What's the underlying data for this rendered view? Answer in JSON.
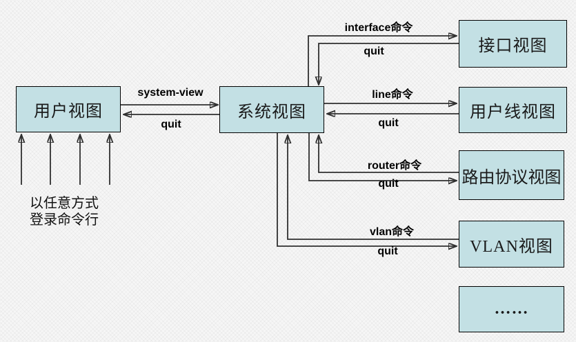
{
  "diagram": {
    "nodes": [
      {
        "id": "user-view",
        "label": "用户视图"
      },
      {
        "id": "system-view",
        "label": "系统视图"
      },
      {
        "id": "interface-view",
        "label": "接口视图"
      },
      {
        "id": "line-view",
        "label": "用户线视图"
      },
      {
        "id": "router-view",
        "label": "路由协议视图"
      },
      {
        "id": "vlan-view",
        "label": "VLAN视图"
      },
      {
        "id": "more-views",
        "label": "……"
      }
    ],
    "edges": [
      {
        "from": "user-view",
        "to": "system-view",
        "label": "system-view"
      },
      {
        "from": "system-view",
        "to": "user-view",
        "label": "quit"
      },
      {
        "from": "system-view",
        "to": "interface-view",
        "label": "interface命令"
      },
      {
        "from": "interface-view",
        "to": "system-view",
        "label": "quit"
      },
      {
        "from": "system-view",
        "to": "line-view",
        "label": "line命令"
      },
      {
        "from": "line-view",
        "to": "system-view",
        "label": "quit"
      },
      {
        "from": "system-view",
        "to": "router-view",
        "label": "router命令"
      },
      {
        "from": "router-view",
        "to": "system-view",
        "label": "quit"
      },
      {
        "from": "system-view",
        "to": "vlan-view",
        "label": "vlan命令"
      },
      {
        "from": "vlan-view",
        "to": "system-view",
        "label": "quit"
      }
    ],
    "caption": {
      "line1": "以任意方式",
      "line2": "登录命令行"
    },
    "colors": {
      "node_fill": "#c3e0e4",
      "node_border": "#000000",
      "connector": "#2f2f2f",
      "background": "#f6f6f6"
    }
  }
}
